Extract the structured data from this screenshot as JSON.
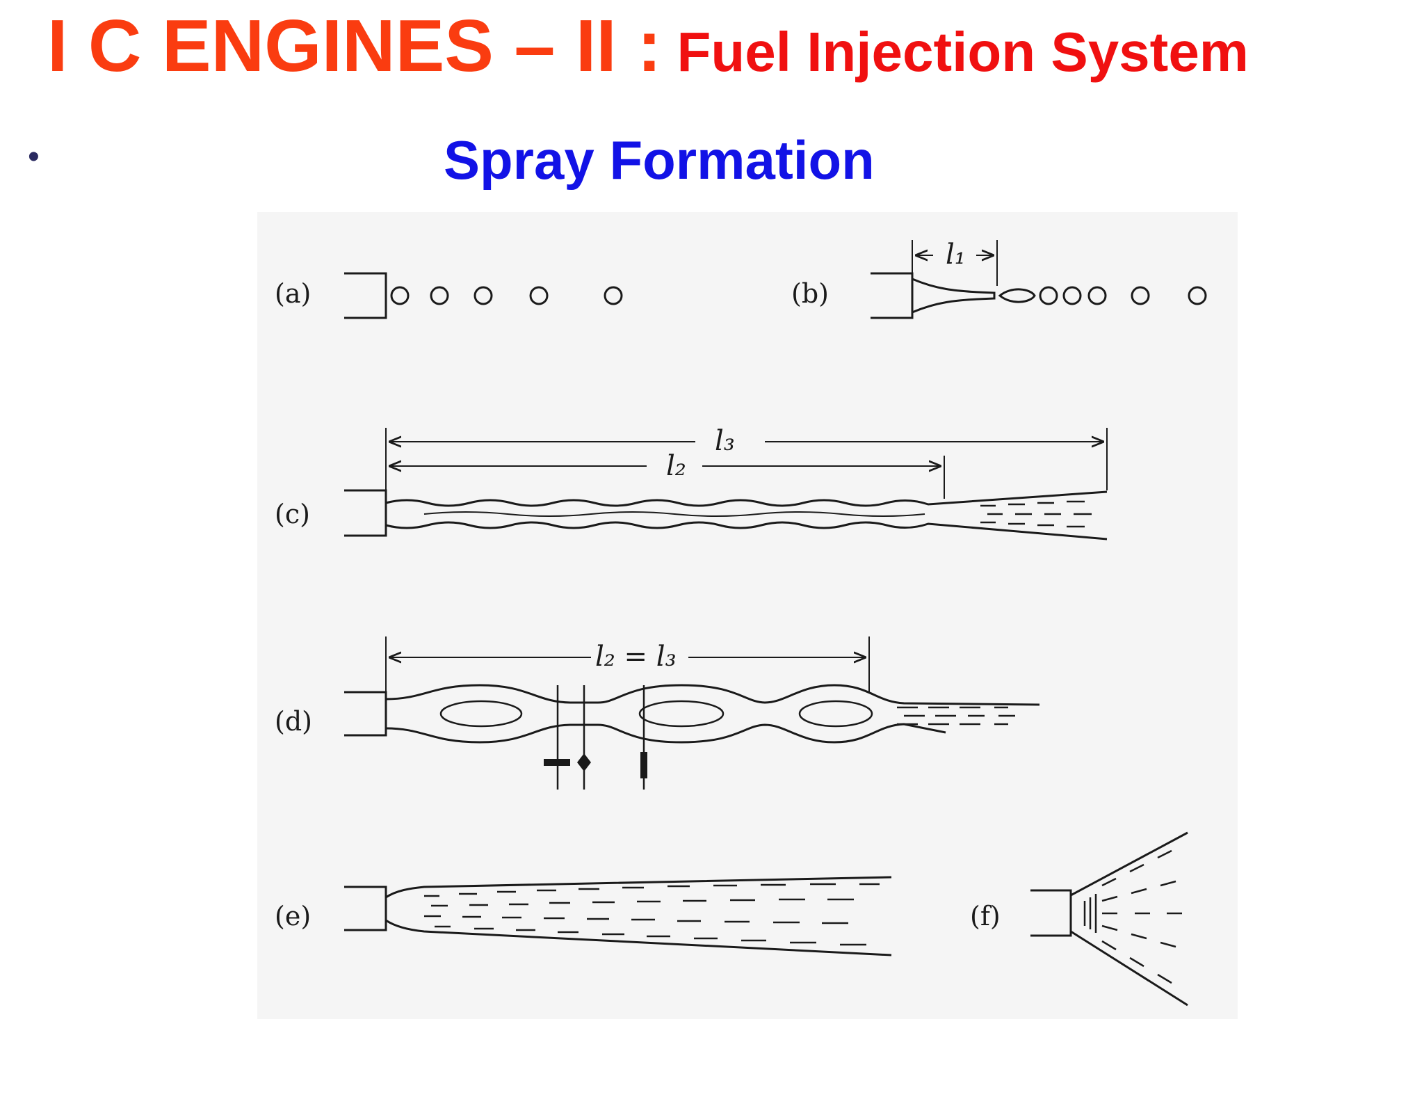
{
  "slide": {
    "title_main": "I C ENGINES – II :",
    "title_sub": "Fuel Injection System",
    "bullet": "•",
    "subtitle": "Spray Formation"
  },
  "figure": {
    "panel_labels": [
      "(a)",
      "(b)",
      "(c)",
      "(d)",
      "(e)",
      "(f)"
    ],
    "dimensions": {
      "l1": "l₁",
      "l2": "l₂",
      "l3": "l₃",
      "l2_eq_l3": "l₂ = l₃"
    }
  },
  "colors": {
    "title_main": "#fa3c10",
    "title_sub": "#f01010",
    "subtitle": "#1212e6"
  }
}
